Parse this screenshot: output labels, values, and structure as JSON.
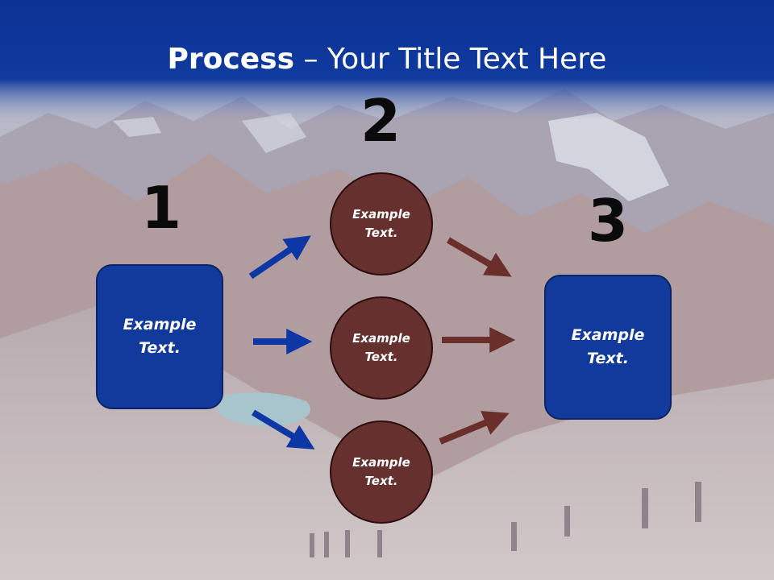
{
  "title": {
    "bold": "Process",
    "rest": " – Your Title Text Here"
  },
  "steps": [
    {
      "number": "1",
      "label": "Example\nText."
    },
    {
      "number": "2",
      "label": "Example\nText."
    },
    {
      "number": "3",
      "label": "Example\nText."
    }
  ],
  "circles": [
    {
      "label": "Example\nText."
    },
    {
      "label": "Example\nText."
    },
    {
      "label": "Example\nText."
    }
  ],
  "colors": {
    "header": "#0d3296",
    "box_fill": "#113a9c",
    "circle_fill": "#66302e",
    "blue_arrow": "#0e37a6",
    "red_arrow": "#6b2f2b"
  }
}
